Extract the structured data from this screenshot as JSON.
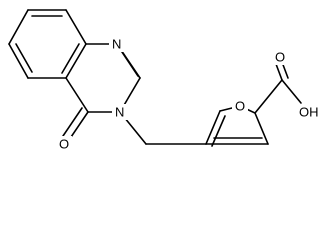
{
  "molecule": {
    "atoms": {
      "ring_nitrogen_top": "N",
      "ring_nitrogen_lower": "N",
      "carbonyl_oxygen": "O",
      "furan_oxygen": "O",
      "carboxyl_oxygen": "O",
      "hydroxyl": "OH"
    }
  },
  "colors": {
    "bond": "#000000",
    "text": "#000000",
    "background": "#ffffff"
  }
}
